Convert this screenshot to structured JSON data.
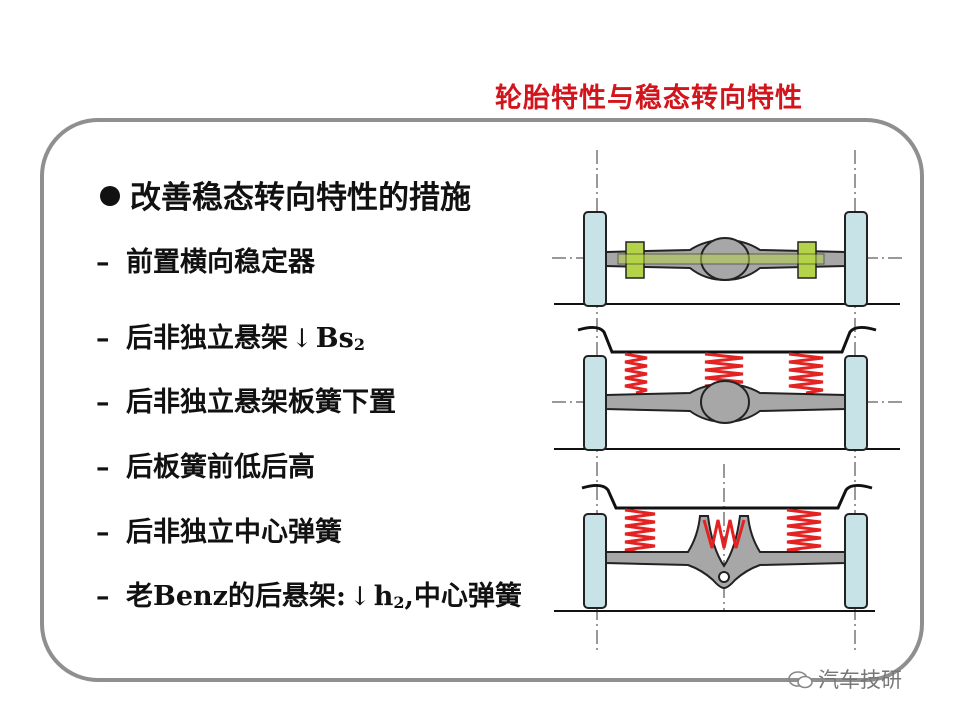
{
  "title": "轮胎特性与稳态转向特性",
  "heading": "改善稳态转向特性的措施",
  "items": [
    {
      "dash": "–",
      "text": "前置横向稳定器"
    },
    {
      "dash": "–",
      "text": "后非独立悬架",
      "arrow": "↓",
      "symbol": "Bs",
      "sub": "2"
    },
    {
      "dash": "–",
      "text": "后非独立悬架板簧下置"
    },
    {
      "dash": "–",
      "text": "后板簧前低后高"
    },
    {
      "dash": "–",
      "text": "后非独立中心弹簧"
    },
    {
      "dash": "–",
      "text": "老Benz的后悬架:",
      "arrow": "↓",
      "symbol": "h",
      "sub": "2",
      "rest": ",中心弹簧"
    }
  ],
  "watermark": "汽车技研",
  "colors": {
    "title": "#d2151c",
    "panel_border": "#8f8f8f",
    "wheel": "#c8e3e8",
    "axle": "#a7a7a7",
    "stabilizer": "#b5d34a",
    "spring": "#e52222"
  }
}
